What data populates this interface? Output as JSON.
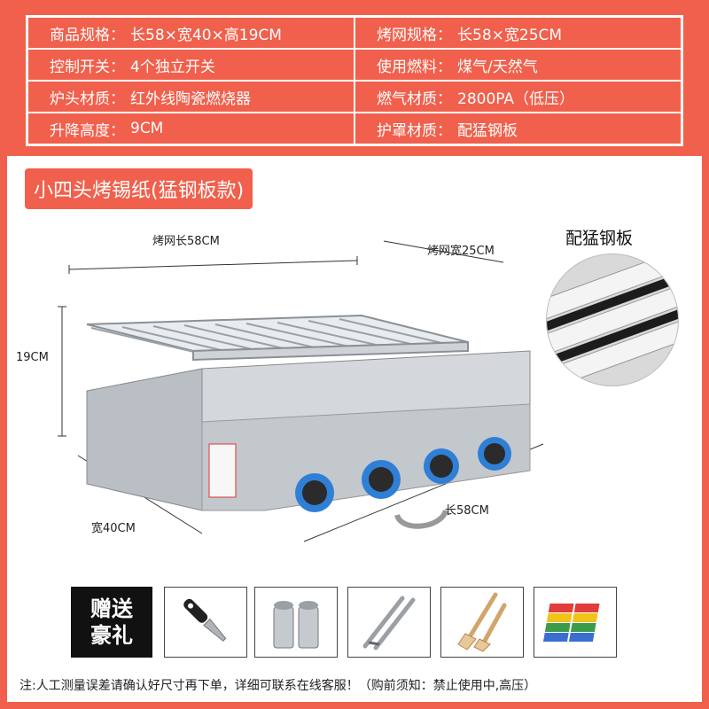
{
  "specs": [
    {
      "label": "商品规格：",
      "value": "长58×宽40×高19CM"
    },
    {
      "label": "烤网规格：",
      "value": "长58×宽25CM"
    },
    {
      "label": "控制开关：",
      "value": "4个独立开关"
    },
    {
      "label": "使用燃料：",
      "value": "煤气/天然气"
    },
    {
      "label": "炉头材质：",
      "value": "红外线陶瓷燃烧器"
    },
    {
      "label": "燃气材质：",
      "value": "2800PA（低压）"
    },
    {
      "label": "升降高度：",
      "value": "9CM"
    },
    {
      "label": "护罩材质：",
      "value": "配猛钢板"
    }
  ],
  "model_tag": "小四头烤锡纸(猛钢板款)",
  "dimensions": {
    "grill_length": "烤网长58CM",
    "grill_width": "烤网宽25CM",
    "height": "19CM",
    "depth": "宽40CM",
    "length": "长58CM"
  },
  "side_title": "配猛钢板",
  "gift": {
    "line1": "赠送",
    "line2": "豪礼"
  },
  "footnote": "注:人工测量误差请确认好尺寸再下单，详细可联系在线客服！（购前须知：禁止使用中,高压）",
  "colors": {
    "accent": "#f0604c",
    "knob_blue": "#2f7fd6",
    "steel": "#c8cdd2"
  },
  "icons": [
    "oyster-knife-icon",
    "spice-shaker-icon",
    "bbq-tongs-icon",
    "basting-brush-icon",
    "foil-sheets-icon"
  ]
}
